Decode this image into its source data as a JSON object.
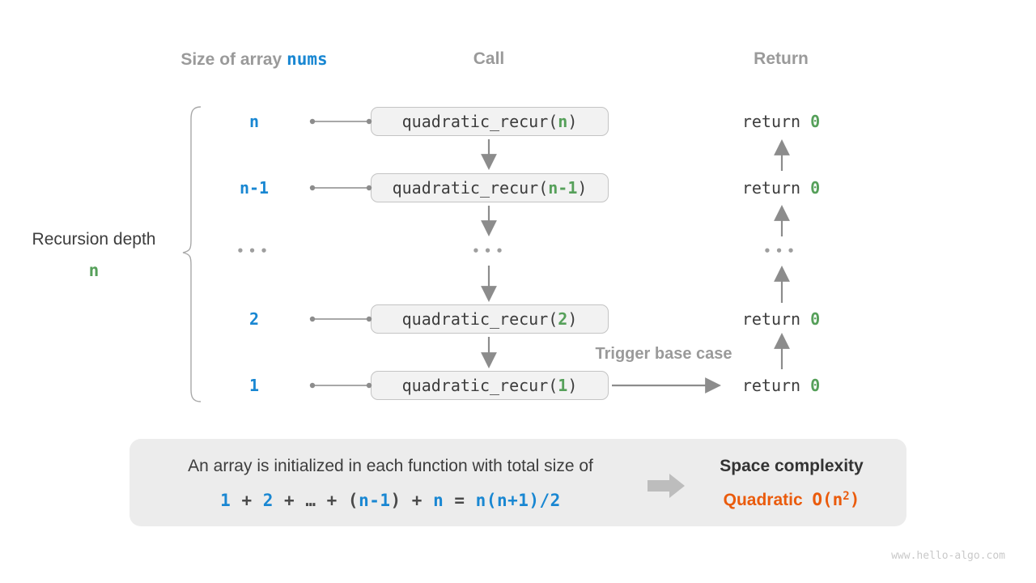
{
  "colors": {
    "blue": "#1987d2",
    "green": "#56a05a",
    "orange": "#ea5b0c",
    "gray_label": "#9a9a9a",
    "dark_text": "#3d3d3d",
    "arrow": "#8c8c8c",
    "box_fill": "#f2f2f2",
    "panel_fill": "#ececec"
  },
  "headers": {
    "size_prefix": "Size of array ",
    "size_code": "nums",
    "call": "Call",
    "ret": "Return"
  },
  "left_caption": {
    "line1": "Recursion depth",
    "line2": "n"
  },
  "rows": [
    {
      "size": "n",
      "arg": "n"
    },
    {
      "size": "n-1",
      "arg": "n-1"
    },
    {
      "size": "2",
      "arg": "2"
    },
    {
      "size": "1",
      "arg": "1"
    }
  ],
  "call_box": {
    "fn": "quadratic_recur(",
    "close": ")"
  },
  "return_stmt": {
    "keyword": "return ",
    "value": "0"
  },
  "ellipsis": "•••",
  "trigger_label": "Trigger base case",
  "summary": {
    "line1": "An array is initialized in each function with total size of",
    "formula": [
      "1",
      " + ",
      "2",
      " + ",
      "… + (",
      "n-1",
      ") + ",
      "n",
      " = ",
      "n(n+1)/2"
    ],
    "space_title": "Space complexity",
    "space_name": "Quadratic",
    "space_gap": "  ",
    "o_open": "O(n",
    "o_sup": "2",
    "o_close": ")"
  },
  "watermark": "www.hello-algo.com"
}
